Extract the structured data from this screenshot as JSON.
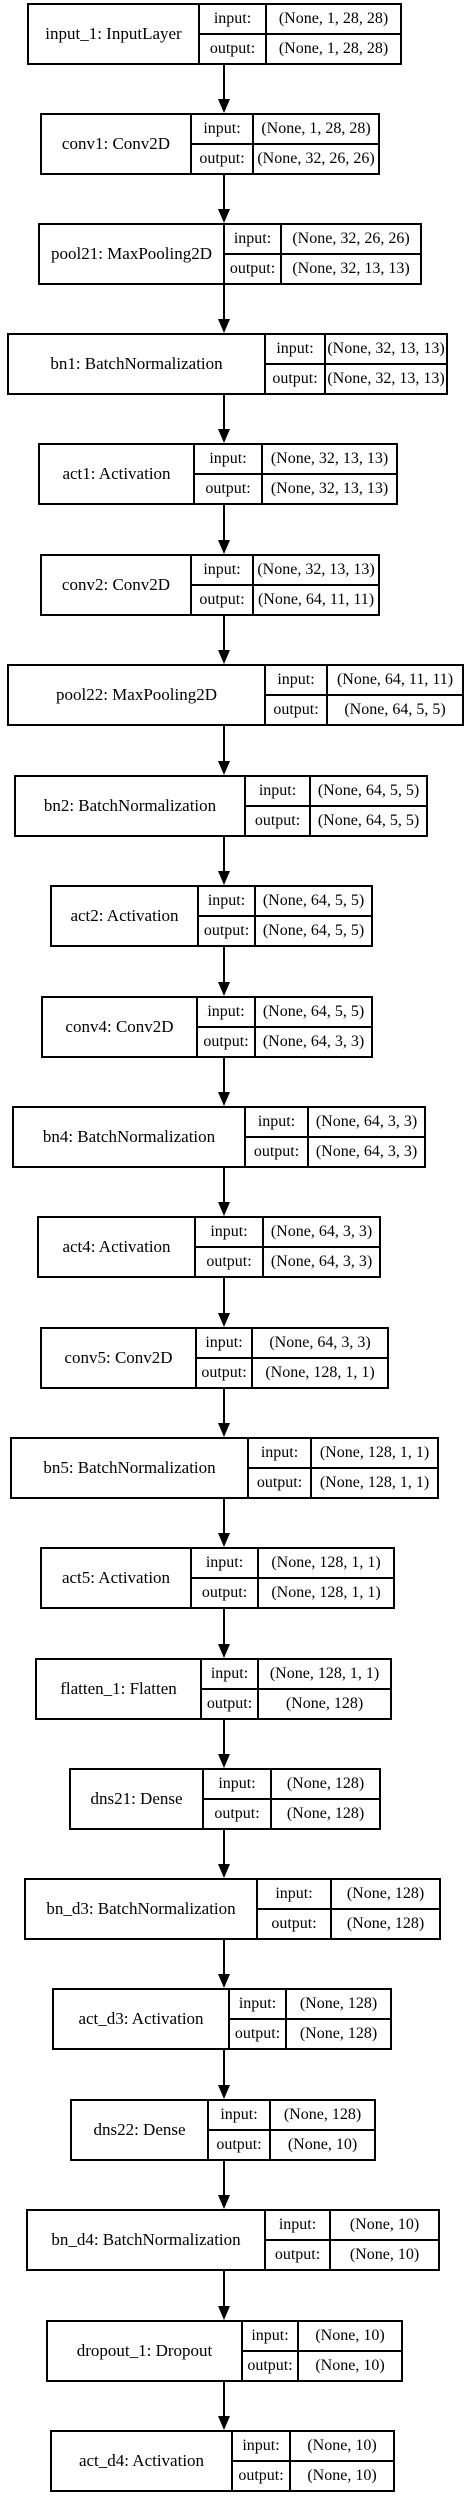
{
  "labels": {
    "input": "input:",
    "output": "output:"
  },
  "layers": [
    {
      "name": "input_1: InputLayer",
      "input": "(None, 1, 28, 28)",
      "output": "(None, 1, 28, 28)"
    },
    {
      "name": "conv1: Conv2D",
      "input": "(None, 1, 28, 28)",
      "output": "(None, 32, 26, 26)"
    },
    {
      "name": "pool21: MaxPooling2D",
      "input": "(None, 32, 26, 26)",
      "output": "(None, 32, 13, 13)"
    },
    {
      "name": "bn1: BatchNormalization",
      "input": "(None, 32, 13, 13)",
      "output": "(None, 32, 13, 13)"
    },
    {
      "name": "act1: Activation",
      "input": "(None, 32, 13, 13)",
      "output": "(None, 32, 13, 13)"
    },
    {
      "name": "conv2: Conv2D",
      "input": "(None, 32, 13, 13)",
      "output": "(None, 64, 11, 11)"
    },
    {
      "name": "pool22: MaxPooling2D",
      "input": "(None, 64, 11, 11)",
      "output": "(None, 64, 5, 5)"
    },
    {
      "name": "bn2: BatchNormalization",
      "input": "(None, 64, 5, 5)",
      "output": "(None, 64, 5, 5)"
    },
    {
      "name": "act2: Activation",
      "input": "(None, 64, 5, 5)",
      "output": "(None, 64, 5, 5)"
    },
    {
      "name": "conv4: Conv2D",
      "input": "(None, 64, 5, 5)",
      "output": "(None, 64, 3, 3)"
    },
    {
      "name": "bn4: BatchNormalization",
      "input": "(None, 64, 3, 3)",
      "output": "(None, 64, 3, 3)"
    },
    {
      "name": "act4: Activation",
      "input": "(None, 64, 3, 3)",
      "output": "(None, 64, 3, 3)"
    },
    {
      "name": "conv5: Conv2D",
      "input": "(None, 64, 3, 3)",
      "output": "(None, 128, 1, 1)"
    },
    {
      "name": "bn5: BatchNormalization",
      "input": "(None, 128, 1, 1)",
      "output": "(None, 128, 1, 1)"
    },
    {
      "name": "act5: Activation",
      "input": "(None, 128, 1, 1)",
      "output": "(None, 128, 1, 1)"
    },
    {
      "name": "flatten_1: Flatten",
      "input": "(None, 128, 1, 1)",
      "output": "(None, 128)"
    },
    {
      "name": "dns21: Dense",
      "input": "(None, 128)",
      "output": "(None, 128)"
    },
    {
      "name": "bn_d3: BatchNormalization",
      "input": "(None, 128)",
      "output": "(None, 128)"
    },
    {
      "name": "act_d3: Activation",
      "input": "(None, 128)",
      "output": "(None, 128)"
    },
    {
      "name": "dns22: Dense",
      "input": "(None, 128)",
      "output": "(None, 10)"
    },
    {
      "name": "bn_d4: BatchNormalization",
      "input": "(None, 10)",
      "output": "(None, 10)"
    },
    {
      "name": "dropout_1: Dropout",
      "input": "(None, 10)",
      "output": "(None, 10)"
    },
    {
      "name": "act_d4: Activation",
      "input": "(None, 10)",
      "output": "(None, 10)"
    }
  ]
}
